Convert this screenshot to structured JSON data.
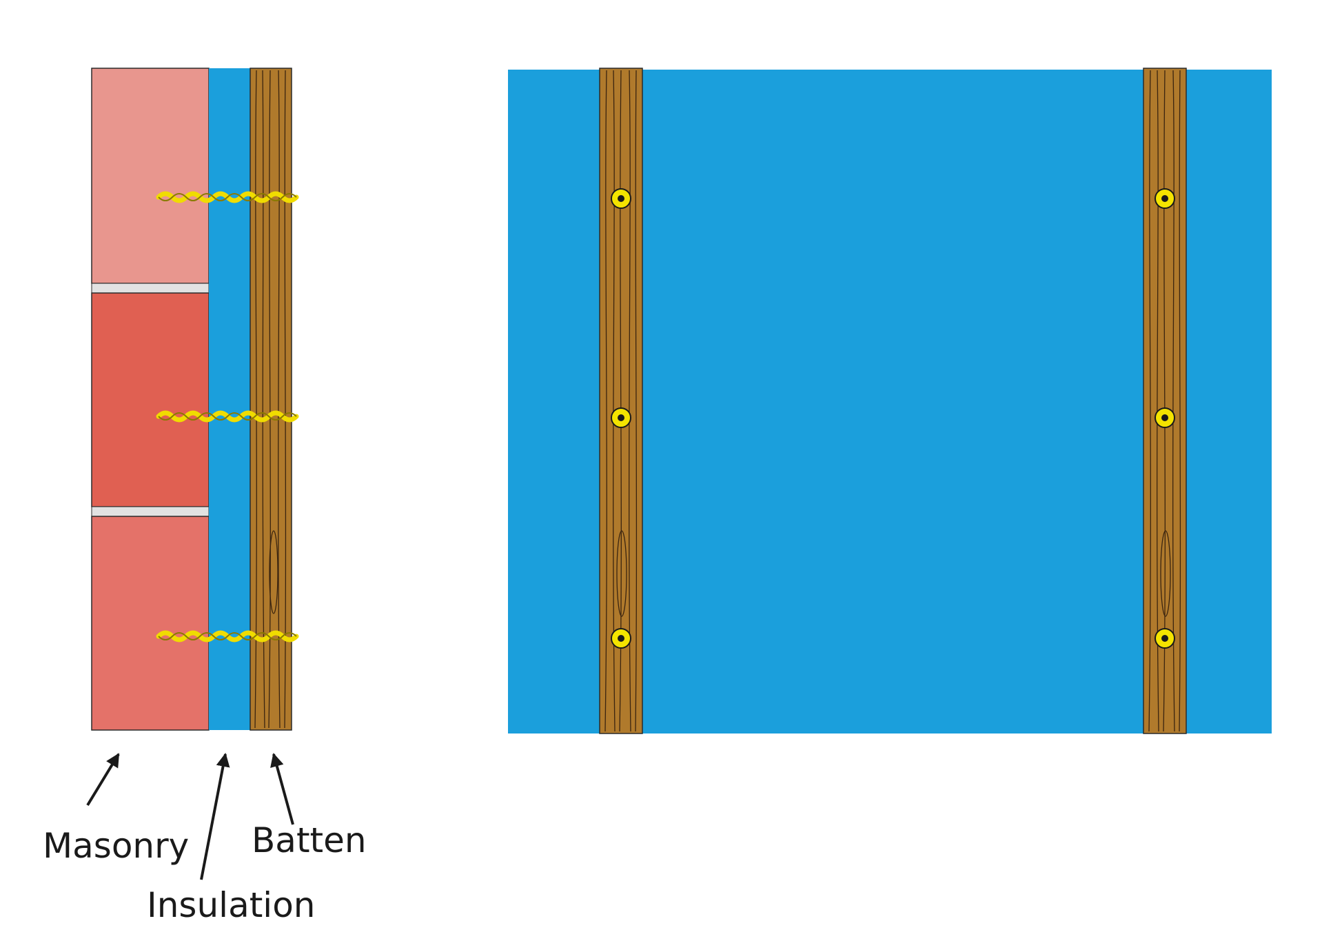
{
  "labels": {
    "masonry": "Masonry",
    "insulation": "Insulation",
    "batten": "Batten"
  },
  "colors": {
    "insulation_blue": "#1b9fdc",
    "batten_wood": "#b07a2c",
    "brick_light": "#e8968e",
    "brick_dark": "#e06052",
    "brick_mid": "#e47269",
    "mortar": "#e2e2e2",
    "screw_yellow": "#f4e400",
    "outline": "#2a2a2a"
  },
  "views": {
    "side_section": {
      "anchors_count": 3,
      "bricks_count": 3
    },
    "front_view": {
      "battens_count": 2,
      "screws_per_batten": 3
    }
  }
}
